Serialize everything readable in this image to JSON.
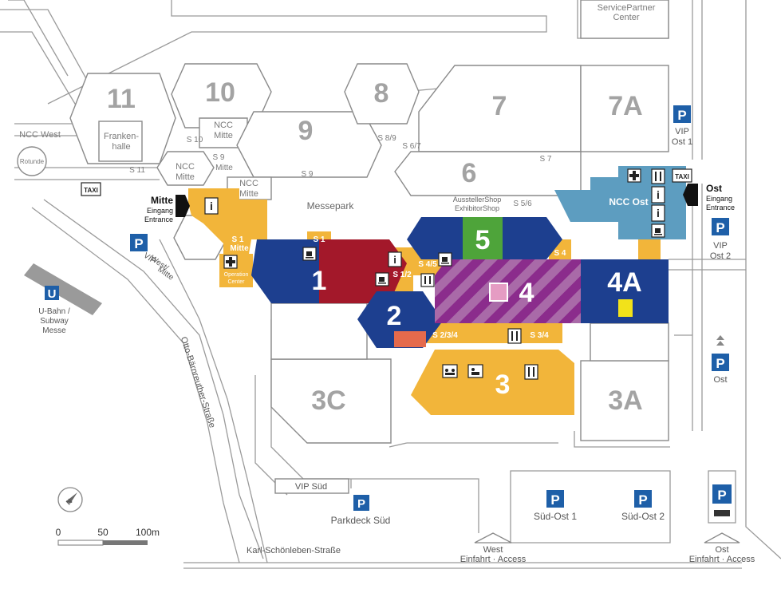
{
  "map": {
    "halls": {
      "h1": "1",
      "h2": "2",
      "h3": "3",
      "h3a": "3A",
      "h3c": "3C",
      "h4": "4",
      "h4a": "4A",
      "h5": "5",
      "h6": "6",
      "h7": "7",
      "h7a": "7A",
      "h8": "8",
      "h9": "9",
      "h10": "10",
      "h11": "11"
    },
    "buildings": {
      "service_partner_1": "ServicePartner",
      "service_partner_2": "Center",
      "frankenhalle_1": "Franken-",
      "frankenhalle_2": "halle",
      "ncc_west": "NCC West",
      "rotunde": "Rotunde",
      "ncc_mitte_a1": "NCC",
      "ncc_mitte_a2": "Mitte",
      "ncc_mitte_b1": "NCC",
      "ncc_mitte_b2": "Mitte",
      "ncc_mitte_c1": "NCC",
      "ncc_mitte_c2": "Mitte",
      "ncc_ost": "NCC Ost",
      "messepark": "Messepark",
      "aussteller_1": "AusstellerShop",
      "aussteller_2": "ExhibitorShop",
      "operation_1": "Operation",
      "operation_2": "Center",
      "vip_sued": "VIP Süd",
      "parkdeck_sued": "Parkdeck Süd"
    },
    "passages": {
      "s10": "S 10",
      "s11": "S 11",
      "s9a": "S 9",
      "s9b": "S 9",
      "mitte_lbl": "Mitte",
      "s89": "S 8/9",
      "s67": "S 6/7",
      "s7": "S 7",
      "s56": "S 5/6",
      "s1": "S 1",
      "s1_mitte": "S 1",
      "s45": "S 4/5",
      "s12": "S 1/2",
      "s5": "S 4",
      "s234": "S 2/3/4",
      "s34": "S 3/4"
    },
    "entrances": {
      "mitte_title": "Mitte",
      "mitte_sub1": "Eingang",
      "mitte_sub2": "Entrance",
      "ost_title": "Ost",
      "ost_sub1": "Eingang",
      "ost_sub2": "Entrance"
    },
    "parking": {
      "p_letter": "P",
      "vip_ost1_1": "VIP",
      "vip_ost1_2": "Ost 1",
      "vip_ost2_1": "VIP",
      "vip_ost2_2": "Ost 2",
      "vip_west_1": "VIP",
      "vip_west_2": "West/",
      "vip_west_3": "Mitte",
      "ost": "Ost",
      "sued_ost_1": "Süd-Ost 1",
      "sued_ost_2": "Süd-Ost 2"
    },
    "transit": {
      "ubahn_letter": "U",
      "ubahn_1": "U-Bahn /",
      "ubahn_2": "Subway",
      "ubahn_3": "Messe",
      "taxi": "TAXI"
    },
    "roads": {
      "otto": "Otto-Bärnreuther-Straße",
      "karl": "Karl-Schönleben-Straße"
    },
    "access": {
      "west_1": "West",
      "west_2": "Einfahrt · Access",
      "ost_1": "Ost",
      "ost_2": "Einfahrt · Access"
    },
    "scale": {
      "s0": "0",
      "s50": "50",
      "s100": "100m",
      "north": "N"
    },
    "colors": {
      "orange": "#f2b53a",
      "dark_blue": "#1d3f8f",
      "dark_red": "#a3182a",
      "green": "#4ea43a",
      "purple": "#8b2c8c",
      "light_blue": "#5d9dc0",
      "parking_blue": "#1e5fa8",
      "hall_grey": "#a3a3a3"
    },
    "icons": [
      "info-icon",
      "first-aid-icon",
      "restaurant-icon",
      "cafe-icon",
      "taxi-icon",
      "parking-icon",
      "subway-icon",
      "bus-icon",
      "entrance-arrow-icon",
      "north-arrow-icon"
    ]
  }
}
